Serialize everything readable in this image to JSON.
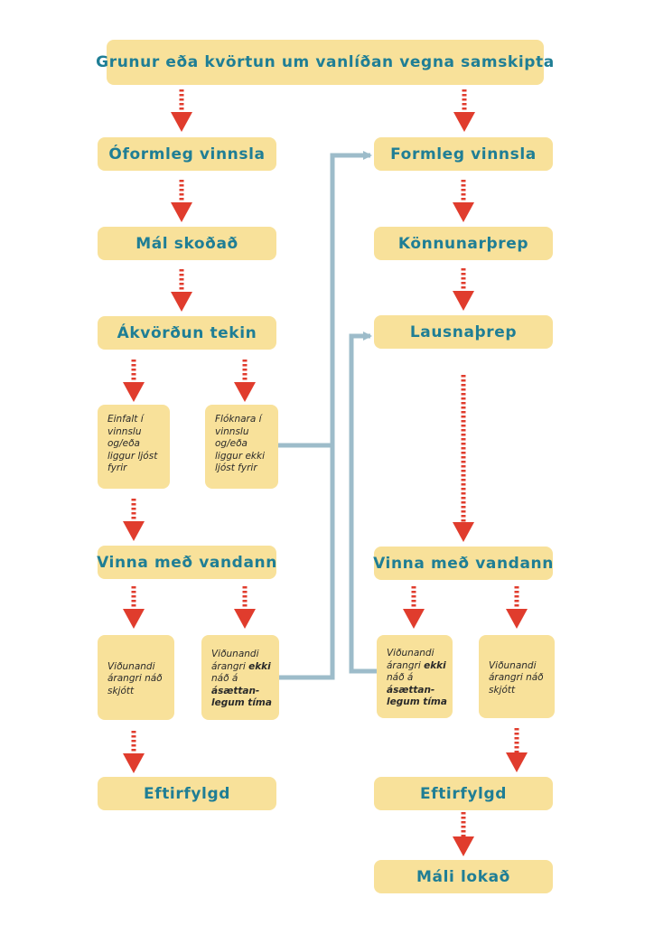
{
  "colors": {
    "box_fill": "#f8e19a",
    "title_text": "#1f7e95",
    "arrow": "#e03c2d",
    "connector": "#9dbcca",
    "note_text": "#2a2a2a"
  },
  "nodes": {
    "start": "Grunur eða kvörtun um vanlíðan vegna samskipta",
    "informal": "Óformleg vinnsla",
    "formal": "Formleg vinnsla",
    "case_examined": "Mál skoðað",
    "investigation_stage": "Könnunarþrep",
    "decision_made": "Ákvörðun tekin",
    "solution_stage": "Lausnaþrep",
    "simple_case": "Einfalt í vinnslu og/eða liggur ljóst fyrir",
    "complex_case": "Flóknara í vinnslu og/eða liggur ekki ljóst fyrir",
    "work_problem_left": "Vinna með vandann",
    "work_problem_right": "Vinna með vandann",
    "result_fast_left": "Viðunandi árangri náð skjótt",
    "result_not_left": {
      "part1": "Viðunandi árangri ",
      "emph1": "ekki",
      "part2": " náð á ",
      "emph2": "ásættan-legum tíma"
    },
    "result_not_right": {
      "part1": "Viðunandi árangri ",
      "emph1": "ekki",
      "part2": " náð á ",
      "emph2": "ásættan-legum tíma"
    },
    "result_fast_right": "Viðunandi árangri náð skjótt",
    "follow_up_left": "Eftirfylgd",
    "follow_up_right": "Eftirfylgd",
    "case_closed": "Máli lokað"
  }
}
